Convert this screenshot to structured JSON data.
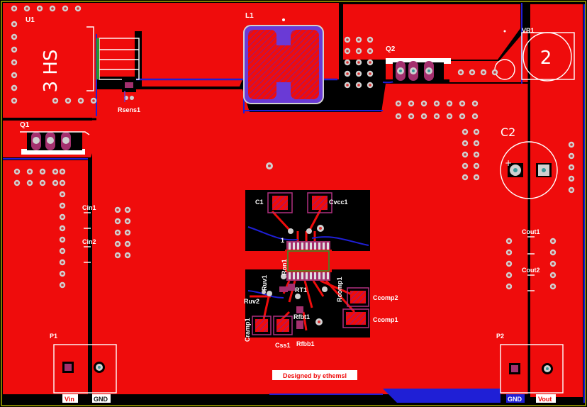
{
  "colors": {
    "background": "#000000",
    "copper_top": "#ef0c0c",
    "copper_dark": "#b00000",
    "silkscreen": "#ffffff",
    "bottom_trace": "#1f1fd6",
    "pad": "#b8b8b8",
    "smd_pad": "#a4306e",
    "via_ring": "#d0d0d0",
    "hole": "#d83030",
    "inductor_fill": "#6a3ad6",
    "board_outline": "#ffff00"
  },
  "designators": {
    "U1": "U1",
    "L1": "L1",
    "Q2": "Q2",
    "VR1": "VR1",
    "Q1": "Q1",
    "Rsens1": "Rsens1",
    "C2": "C2",
    "C1": "C1",
    "Cvcc1": "Cvcc1",
    "pin1": "1",
    "Cin1": "Cin1",
    "Cin2": "Cin2",
    "Cout1": "Cout1",
    "Cout2": "Cout2",
    "Ruv1": "Ruv1",
    "Ron1": "Ron1",
    "RT1": "RT1",
    "Rcomp1": "Rcomp1",
    "Ccomp2": "Ccomp2",
    "Ccomp1": "Ccomp1",
    "Ruv2": "Ruv2",
    "Rfbt1": "Rfbt1",
    "Cramp1": "Cramp1",
    "Css1": "Css1",
    "Rfbb1": "Rfbb1",
    "P1": "P1",
    "P2": "P2"
  },
  "heatsink_text": "3\nHS",
  "vr_number": "2",
  "plus_mark": "+",
  "net_labels": {
    "vin": "Vin",
    "gnd_left": "GND",
    "gnd_right": "GND",
    "vout": "Vout"
  },
  "credit": "Designed by ethemsl"
}
